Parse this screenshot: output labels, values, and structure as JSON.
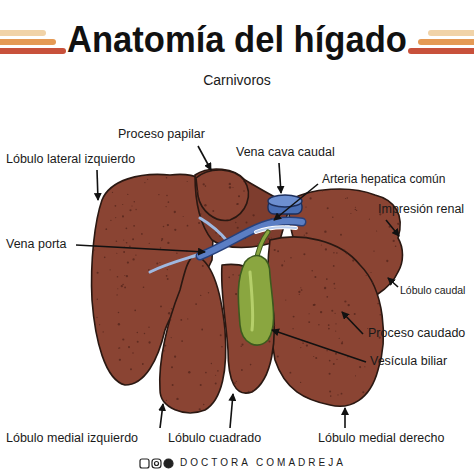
{
  "diagram": {
    "title": "Anatomía del hígado",
    "labels": [
      "Carnivoros",
      "Proceso papilar",
      "Vena cava caudal",
      "Lóbulo lateral izquierdo",
      "Arteria hepatica común",
      "Impresión renal",
      "Vena porta",
      "Lóbulo caudal",
      "Proceso caudado",
      "Vesícula biliar",
      "Lóbulo medial izquierdo",
      "Lóbulo cuadrado",
      "Lóbulo medial derecho",
      "DOCTORA COMADREJA"
    ]
  }
}
